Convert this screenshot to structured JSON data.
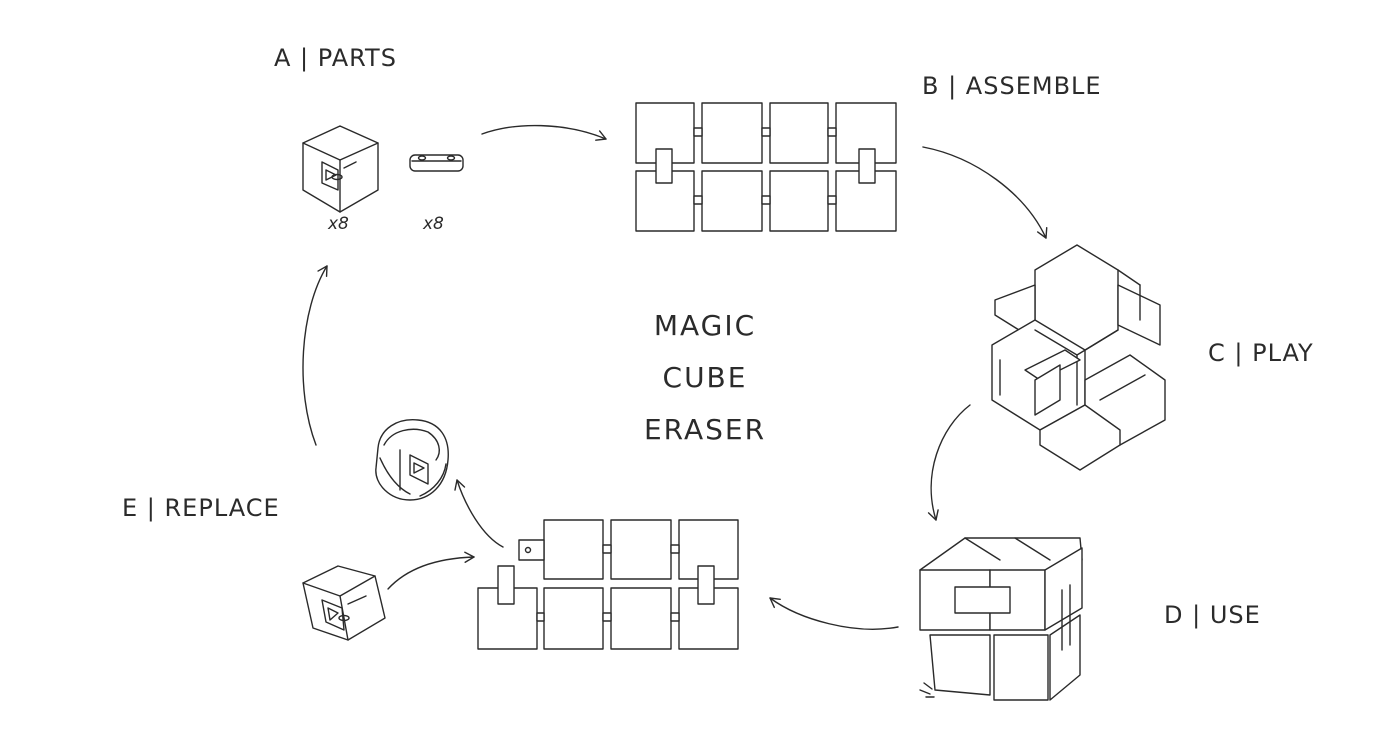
{
  "title": {
    "line1": "MAGIC",
    "line2": "CUBE",
    "line3": "ERASER"
  },
  "steps": [
    {
      "label": "A | PARTS"
    },
    {
      "label": "B | ASSEMBLE"
    },
    {
      "label": "C | PLAY"
    },
    {
      "label": "D | USE"
    },
    {
      "label": "E | REPLACE"
    }
  ],
  "parts": {
    "cube_qty": "x8",
    "hinge_qty": "x8"
  },
  "colors": {
    "ink": "#2a2a2a",
    "background": "#ffffff"
  }
}
